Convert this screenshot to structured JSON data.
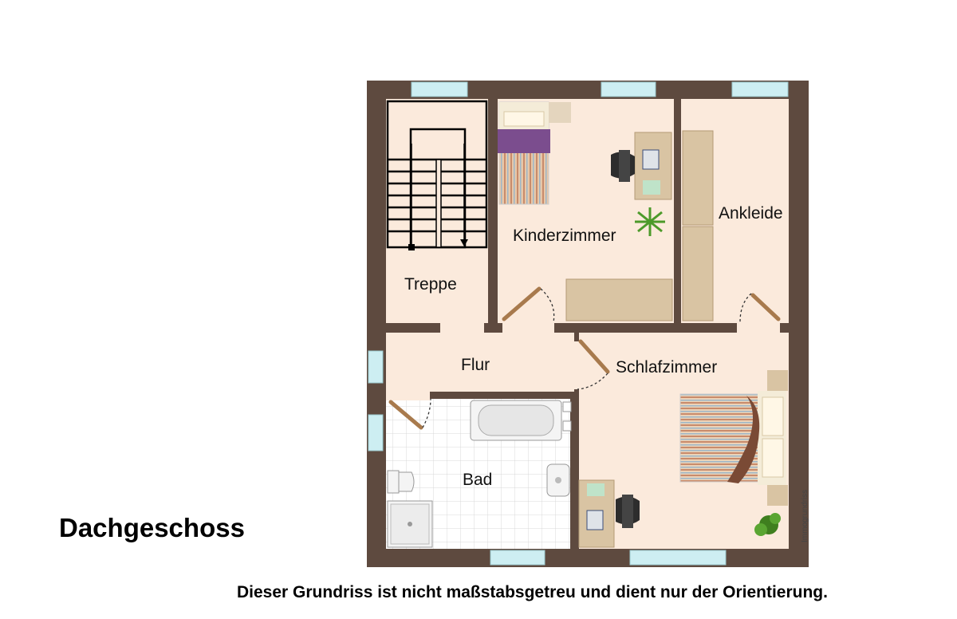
{
  "floor_title": "Dachgeschoss",
  "disclaimer": "Dieser Grundriss ist nicht maßstabsgetreu und dient nur der Orientierung.",
  "watermark": "Immogrundriss",
  "rooms": {
    "treppe": "Treppe",
    "kinderzimmer": "Kinderzimmer",
    "ankleide": "Ankleide",
    "flur": "Flur",
    "schlafzimmer": "Schlafzimmer",
    "bad": "Bad"
  },
  "colors": {
    "wall": "#5e4a3f",
    "floor": "#fbeadc",
    "tile": "#ffffff",
    "window": "#cdeef2",
    "wood": "#d9c4a3",
    "door": "#a87a4d"
  }
}
